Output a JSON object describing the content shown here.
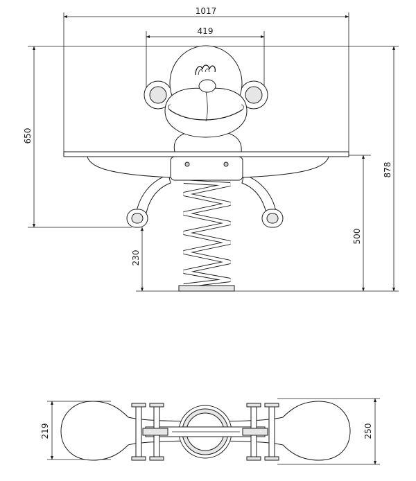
{
  "drawing": {
    "front_view": {
      "dimensions": {
        "overall_width": "1017",
        "head_width": "419",
        "seat_height": "650",
        "total_height": "878",
        "pivot_height": "500",
        "footrest_height": "230"
      }
    },
    "top_view": {
      "dimensions": {
        "left_depth": "219",
        "right_depth": "250"
      }
    },
    "colors": {
      "line": "#1a1a1a",
      "fill": "#ffffff",
      "shade": "#e6e6e6"
    }
  }
}
